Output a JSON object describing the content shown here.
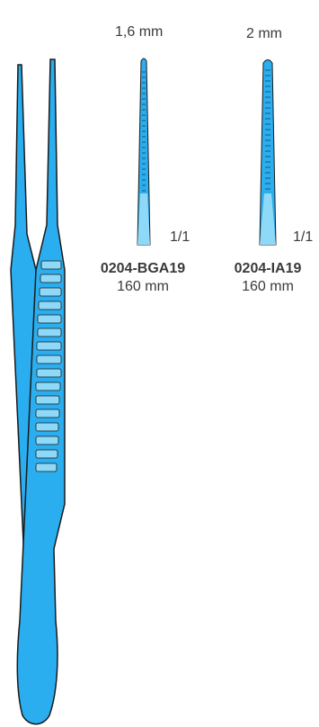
{
  "tips": [
    {
      "width": "1,6 mm",
      "scale": "1/1",
      "code": "0204-BGA19",
      "length": "160 mm"
    },
    {
      "width": "2 mm",
      "scale": "1/1",
      "code": "0204-IA19",
      "length": "160 mm"
    }
  ],
  "colors": {
    "instrument_fill": "#2aaef0",
    "instrument_light": "#8fd9f8",
    "outline": "#1a1a1a",
    "text": "#3a3a3a"
  }
}
